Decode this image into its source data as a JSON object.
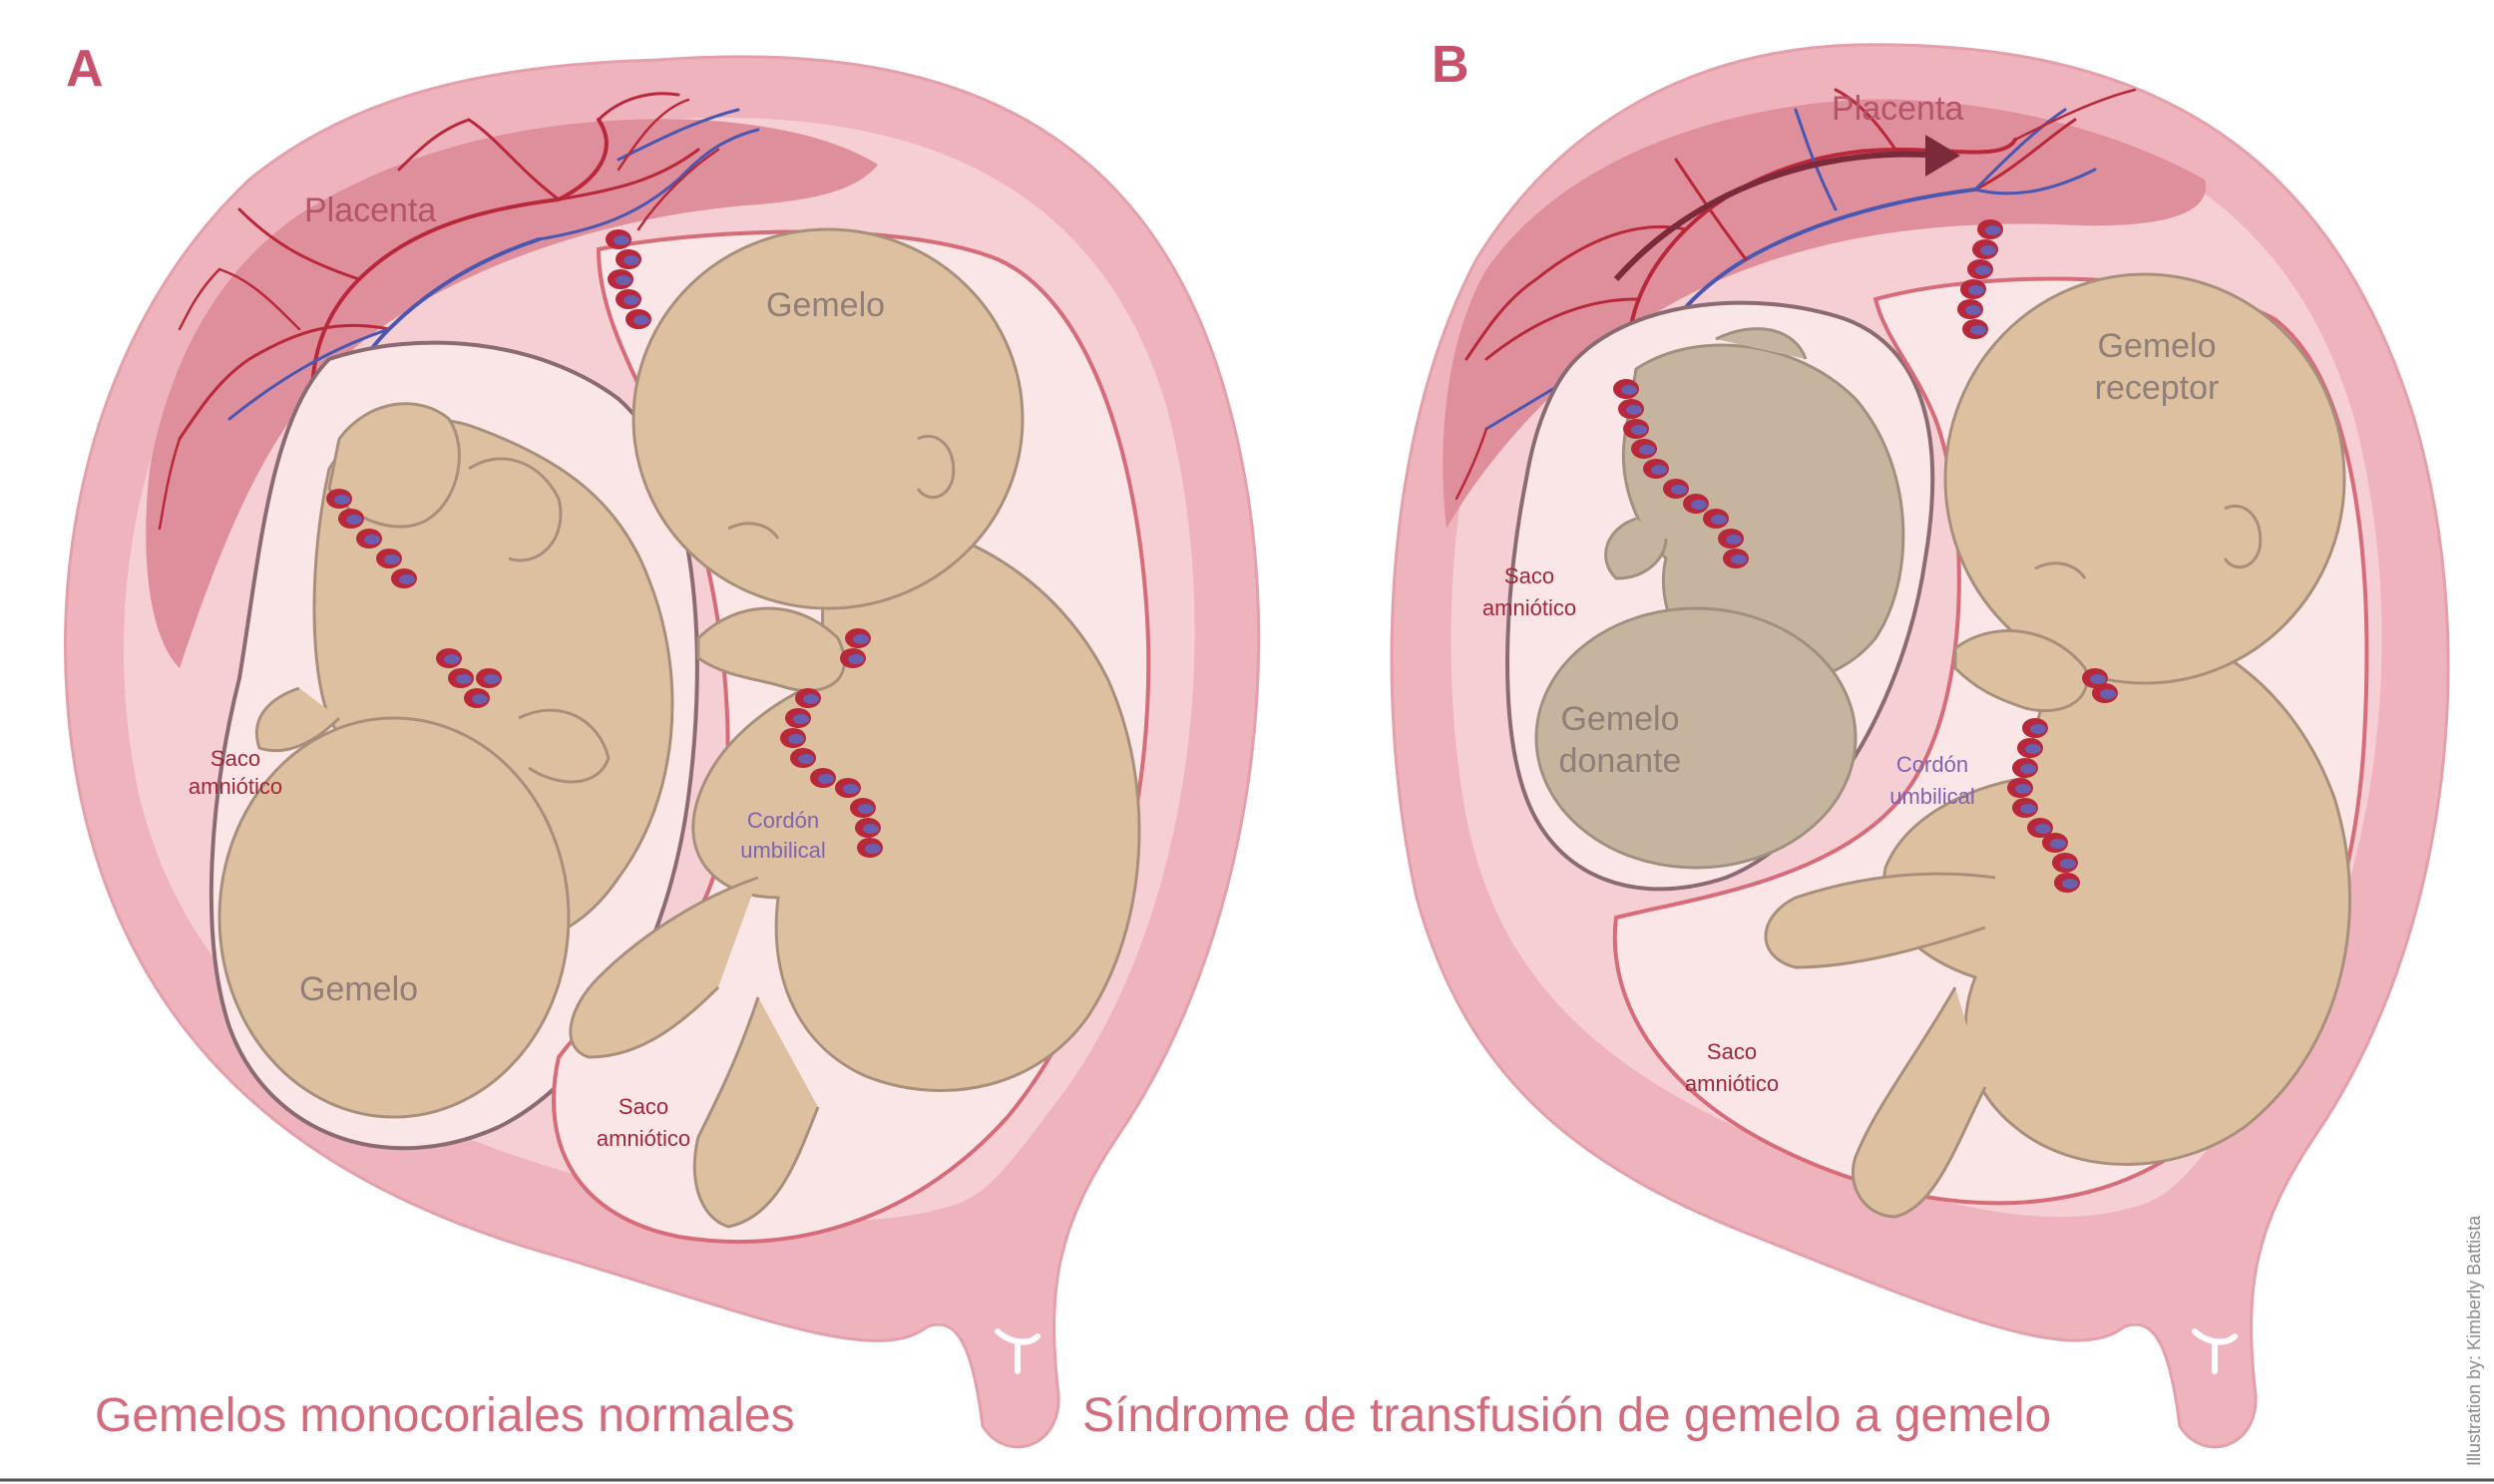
{
  "panels": {
    "a": {
      "letter": "A",
      "placenta": "Placenta",
      "twin_left": "Gemelo",
      "twin_right": "Gemelo",
      "sac_left": "Saco\namniótico",
      "sac_right": "Saco\namniótico",
      "cord": "Cordón\numbilical",
      "caption": "Gemelos monocoriales normales"
    },
    "b": {
      "letter": "B",
      "placenta": "Placenta",
      "donor": "Gemelo\ndonante",
      "recipient": "Gemelo\nreceptor",
      "sac_left": "Saco\namniótico",
      "sac_right": "Saco\namniótico",
      "cord": "Cordón\numbilical",
      "caption": "Síndrome de transfusión de gemelo a gemelo"
    }
  },
  "credit": "Illustration by: Kimberly Battista",
  "colors": {
    "uterus_outer": "#eeb3bc",
    "uterus_inner": "#f6cfd4",
    "placenta": "#df8f9b",
    "sac": "#fbe6e7",
    "sac_border": "#d66b79",
    "fetus": "#dcc09f",
    "fetus_outline": "#a88f7c",
    "donor": "#c7b49e",
    "artery": "#b8283a",
    "vein": "#4a57b0",
    "caption": "#d26b7c"
  }
}
